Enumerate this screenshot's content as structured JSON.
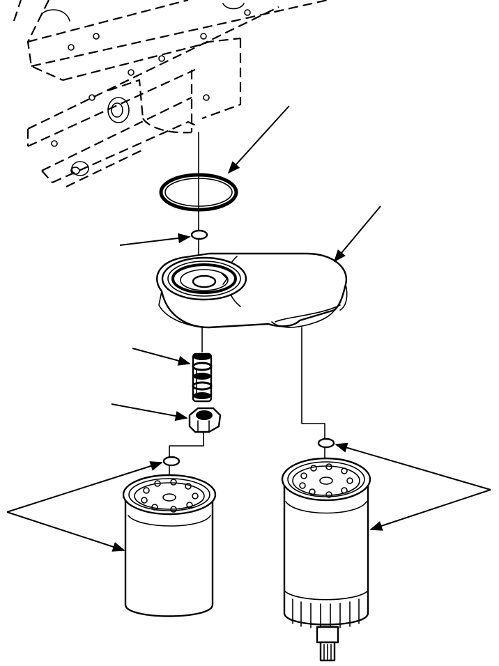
{
  "figure": {
    "kind": "exploded-parts-illustration",
    "components": [
      {
        "id": "engine-block",
        "icon": "engine-block-phantom-icon"
      },
      {
        "id": "large-o-ring",
        "icon": "o-ring-icon"
      },
      {
        "id": "small-o-ring",
        "icon": "o-ring-icon"
      },
      {
        "id": "filter-head",
        "icon": "filter-head-icon"
      },
      {
        "id": "relief-valve",
        "icon": "valve-icon"
      },
      {
        "id": "plug",
        "icon": "hex-plug-icon"
      },
      {
        "id": "small-o-ring-left",
        "icon": "o-ring-icon"
      },
      {
        "id": "small-o-ring-right",
        "icon": "o-ring-icon"
      },
      {
        "id": "filter-cartridge-left",
        "icon": "filter-cartridge-icon"
      },
      {
        "id": "filter-cartridge-right",
        "icon": "filter-cartridge-with-drain-icon"
      }
    ],
    "callouts": 7,
    "colors": {
      "ink": "#000000",
      "paper": "#ffffff"
    }
  }
}
